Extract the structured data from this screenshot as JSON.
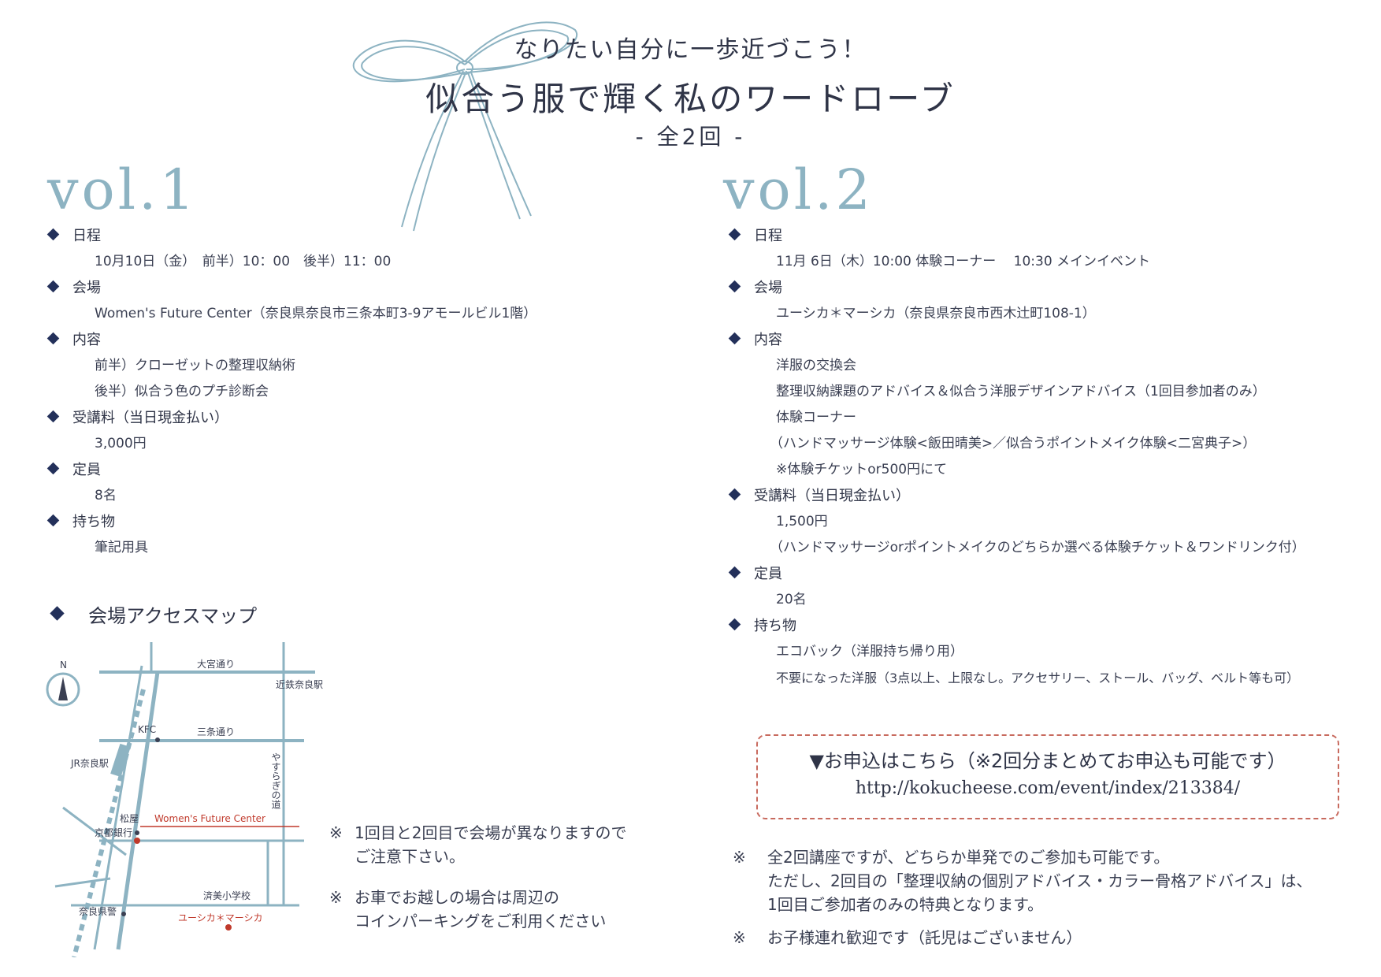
{
  "header": {
    "tagline": "なりたい自分に一歩近づこう！",
    "title": "似合う服で輝く私のワードローブ",
    "count": "- 全2回 -"
  },
  "vol1": {
    "label": "vol.1",
    "sections": [
      {
        "heading": "日程",
        "lines": [
          "10月10日（金）　前半）10：00　後半）11：00"
        ]
      },
      {
        "heading": "会場",
        "lines": [
          "Women's Future Center（奈良県奈良市三条本町3-9アモールビル1階）"
        ]
      },
      {
        "heading": "内容",
        "lines": [
          "前半）クローゼットの整理収納術",
          "後半）似合う色のプチ診断会"
        ]
      },
      {
        "heading": "受講料（当日現金払い）",
        "lines": [
          "3,000円"
        ]
      },
      {
        "heading": "定員",
        "lines": [
          "8名"
        ]
      },
      {
        "heading": "持ち物",
        "lines": [
          "筆記用具"
        ]
      }
    ]
  },
  "vol2": {
    "label": "vol.2",
    "schedule_heading": "日程",
    "schedule": "11月 6日（木）10:00 体験コーナー　 10:30 メインイベント",
    "venue_heading": "会場",
    "venue": "ユーシカ＊マーシカ（奈良県奈良市西木辻町108-1）",
    "content_heading": "内容",
    "content_lines": [
      "洋服の交換会",
      "整理収納課題のアドバイス＆似合う洋服デザインアドバイス（1回目参加者のみ）",
      "体験コーナー"
    ],
    "content_note_lines": [
      "（ハンドマッサージ体験<飯田晴美>／似合うポイントメイク体験<二宮典子>）",
      "※体験チケットor500円にて"
    ],
    "fee_heading": "受講料（当日現金払い）",
    "fee": "1,500円",
    "fee_note": "（ハンドマッサージorポイントメイクのどちらか選べる体験チケット＆ワンドリンク付）",
    "capacity_heading": "定員",
    "capacity": "20名",
    "items_heading": "持ち物",
    "items": [
      "エコバック（洋服持ち帰り用）",
      "不要になった洋服（3点以上、上限なし。アクセサリー、ストール、バッグ、ベルト等も可）"
    ]
  },
  "access": {
    "heading": "会場アクセスマップ",
    "map": {
      "north": "N",
      "street1": "大宮通り",
      "street2": "三条通り",
      "station_kintetsu": "近鉄奈良駅",
      "station_jr": "JR奈良駅",
      "kfc": "KFC",
      "matsuya": "松屋",
      "bank": "京都銀行",
      "venue1": "Women's Future Center",
      "yasuragi": "やすらぎの道",
      "school": "済美小学校",
      "police": "奈良県警",
      "venue2": "ユーシカ＊マーシカ"
    }
  },
  "notes_left": [
    {
      "mark": "※",
      "lines": [
        "1回目と2回目で会場が異なりますので",
        "ご注意下さい。"
      ]
    },
    {
      "mark": "※",
      "lines": [
        "お車でお越しの場合は周辺の",
        "コインパーキングをご利用ください"
      ]
    }
  ],
  "apply": {
    "label": "▼お申込はこちら（※2回分まとめてお申込も可能です）",
    "url": "http://kokucheese.com/event/index/213384/"
  },
  "notes_right": [
    {
      "mark": "※",
      "lines": [
        "全2回講座ですが、どちらか単発でのご参加も可能です。",
        "ただし、2回目の「整理収納の個別アドバイス・カラー骨格アドバイス」は、",
        "1回目ご参加者のみの特典となります。"
      ]
    },
    {
      "mark": "※",
      "lines": [
        "お子様連れ歓迎です（託児はございません）"
      ]
    }
  ],
  "colors": {
    "accent_blue": "#8db3c2",
    "diamond": "#23305a",
    "venue_red": "#c0392b"
  }
}
